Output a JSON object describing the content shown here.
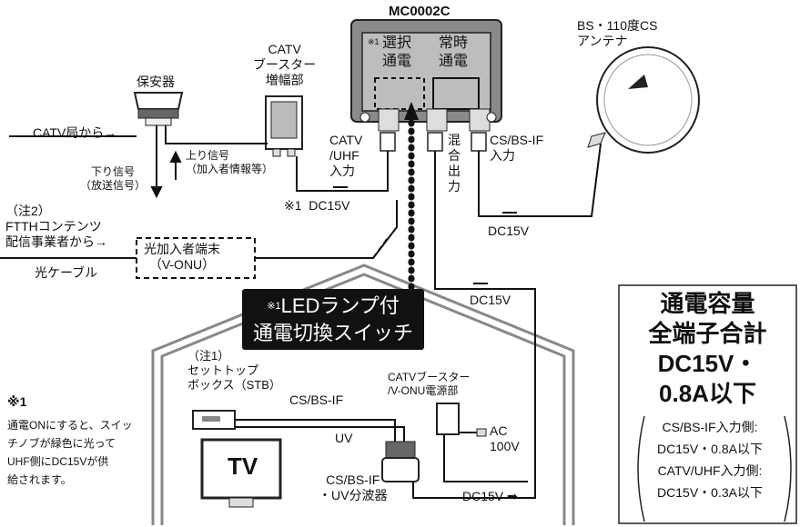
{
  "product": {
    "model": "MC0002C",
    "selective_label": "選択\n通電",
    "always_label": "常時\n通電",
    "footnote_mark": "※1"
  },
  "antenna": {
    "label": "BS・110度CS\nアンテナ"
  },
  "protector": {
    "label": "保安器"
  },
  "catv_booster": {
    "label": "CATV\nブースター\n増幅部"
  },
  "signals": {
    "from_catv": "CATV局から→",
    "uplink": "上り信号\n（加入者情報等）",
    "downlink": "下り信号\n（放送信号）",
    "ftth_note": "（注2）\nFTTHコンテンツ\n配信事業者から→",
    "optical_cable": "光ケーブル",
    "vonu": "光加入者端末\n（V-ONU）"
  },
  "ports": {
    "catv_uhf_in": "CATV\n/UHF\n入力",
    "mixed_out": "混\n合\n出\n力",
    "cs_bs_in": "CS/BS-IF\n入力"
  },
  "power": {
    "dc_a": "※1  DC15V",
    "dc_b": "DC15V",
    "dc_c": "DC15V",
    "dc_d": "DC15V ➡"
  },
  "led_switch": {
    "mark": "※1",
    "line1": "LEDランプ付",
    "line2": "通電切換スイッチ"
  },
  "capacity": {
    "title": "通電容量\n全端子合計\nDC15V・\n0.8A以下",
    "detail": "CS/BS-IF入力側:\nDC15V・0.8A以下\nCATV/UHF入力側:\nDC15V・0.3A以下"
  },
  "note1": {
    "title": "※1",
    "body": "通電ONにすると、スイッ\nチノブが緑色に光って\nUHF側にDC15Vが供\n給されます。"
  },
  "house": {
    "stb": "（注1）\nセットトップ\nボックス（STB）",
    "cs_bs_if": "CS/BS-IF",
    "uv": "UV",
    "tv": "TV",
    "psu": "CATVブースター\n/V-ONU電源部",
    "ac": "AC\n100V",
    "splitter": "CS/BS-IF\n・UV分波器"
  }
}
